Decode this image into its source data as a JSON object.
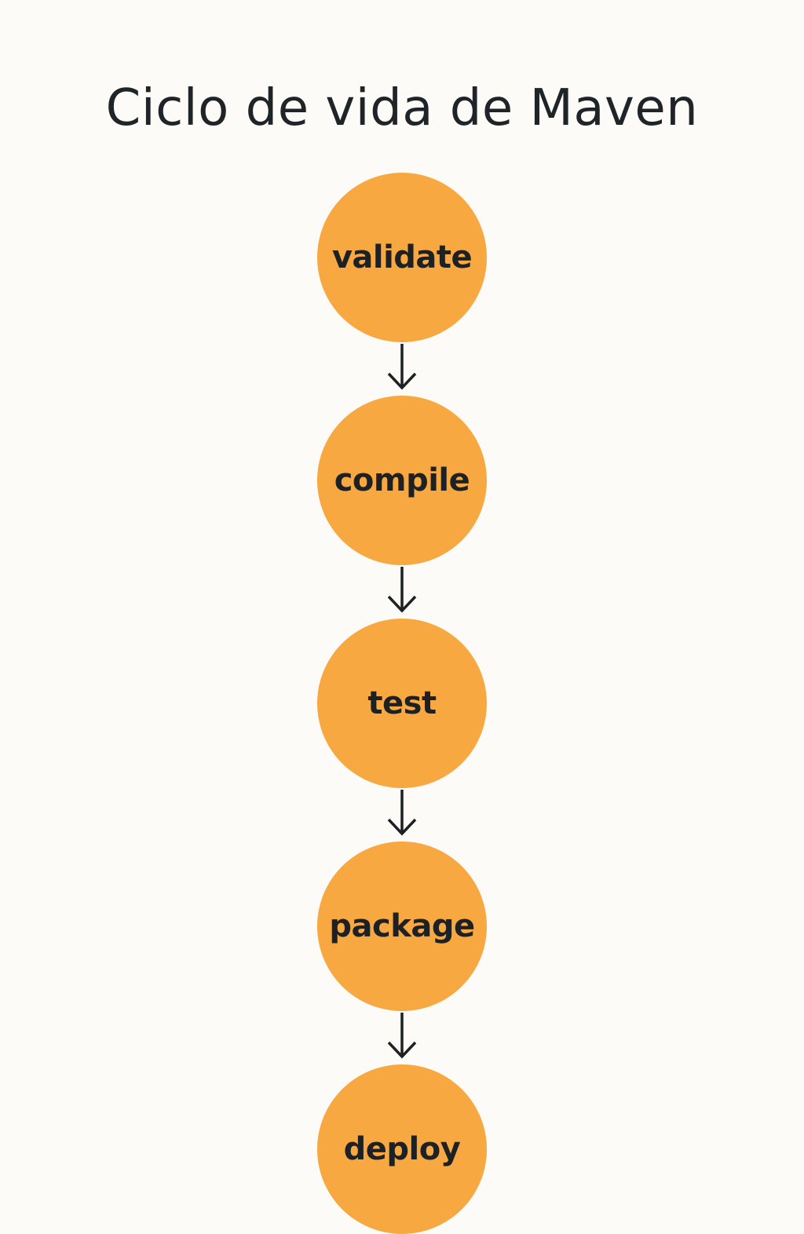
{
  "title": "Ciclo de vida de Maven",
  "colors": {
    "background": "#fcfbf7",
    "node_fill": "#f8a841",
    "text": "#1f2428",
    "arrow": "#1d2124"
  },
  "phases": [
    {
      "label": "validate"
    },
    {
      "label": "compile"
    },
    {
      "label": "test"
    },
    {
      "label": "package"
    },
    {
      "label": "deploy"
    }
  ]
}
